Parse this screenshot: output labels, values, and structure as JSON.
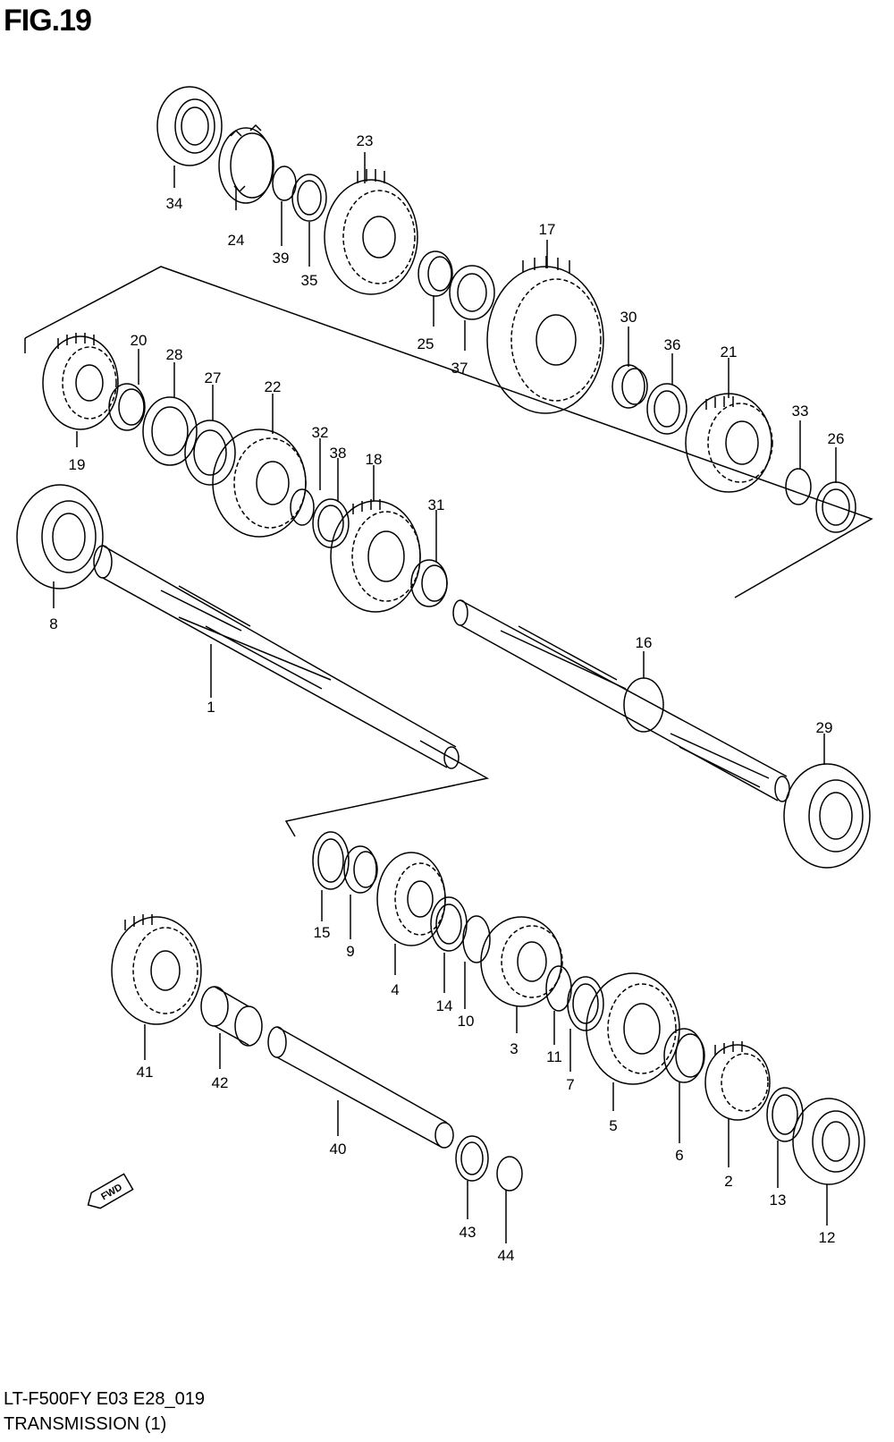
{
  "figure": {
    "title": "FIG.19"
  },
  "footer": {
    "model_code": "LT-F500FY E03 E28_019",
    "section_title": "TRANSMISSION (1)"
  },
  "fwd_marker": {
    "text": "FWD",
    "icon": "fwd-arrow-icon"
  },
  "parts": [
    {
      "n": "1"
    },
    {
      "n": "2"
    },
    {
      "n": "3"
    },
    {
      "n": "4"
    },
    {
      "n": "5"
    },
    {
      "n": "6"
    },
    {
      "n": "7"
    },
    {
      "n": "8"
    },
    {
      "n": "9"
    },
    {
      "n": "10"
    },
    {
      "n": "11"
    },
    {
      "n": "12"
    },
    {
      "n": "13"
    },
    {
      "n": "14"
    },
    {
      "n": "15"
    },
    {
      "n": "16"
    },
    {
      "n": "17"
    },
    {
      "n": "18"
    },
    {
      "n": "19"
    },
    {
      "n": "20"
    },
    {
      "n": "21"
    },
    {
      "n": "22"
    },
    {
      "n": "23"
    },
    {
      "n": "24"
    },
    {
      "n": "25"
    },
    {
      "n": "26"
    },
    {
      "n": "27"
    },
    {
      "n": "28"
    },
    {
      "n": "29"
    },
    {
      "n": "30"
    },
    {
      "n": "31"
    },
    {
      "n": "32"
    },
    {
      "n": "33"
    },
    {
      "n": "34"
    },
    {
      "n": "35"
    },
    {
      "n": "36"
    },
    {
      "n": "37"
    },
    {
      "n": "38"
    },
    {
      "n": "39"
    },
    {
      "n": "40"
    },
    {
      "n": "41"
    },
    {
      "n": "42"
    },
    {
      "n": "43"
    },
    {
      "n": "44"
    }
  ]
}
